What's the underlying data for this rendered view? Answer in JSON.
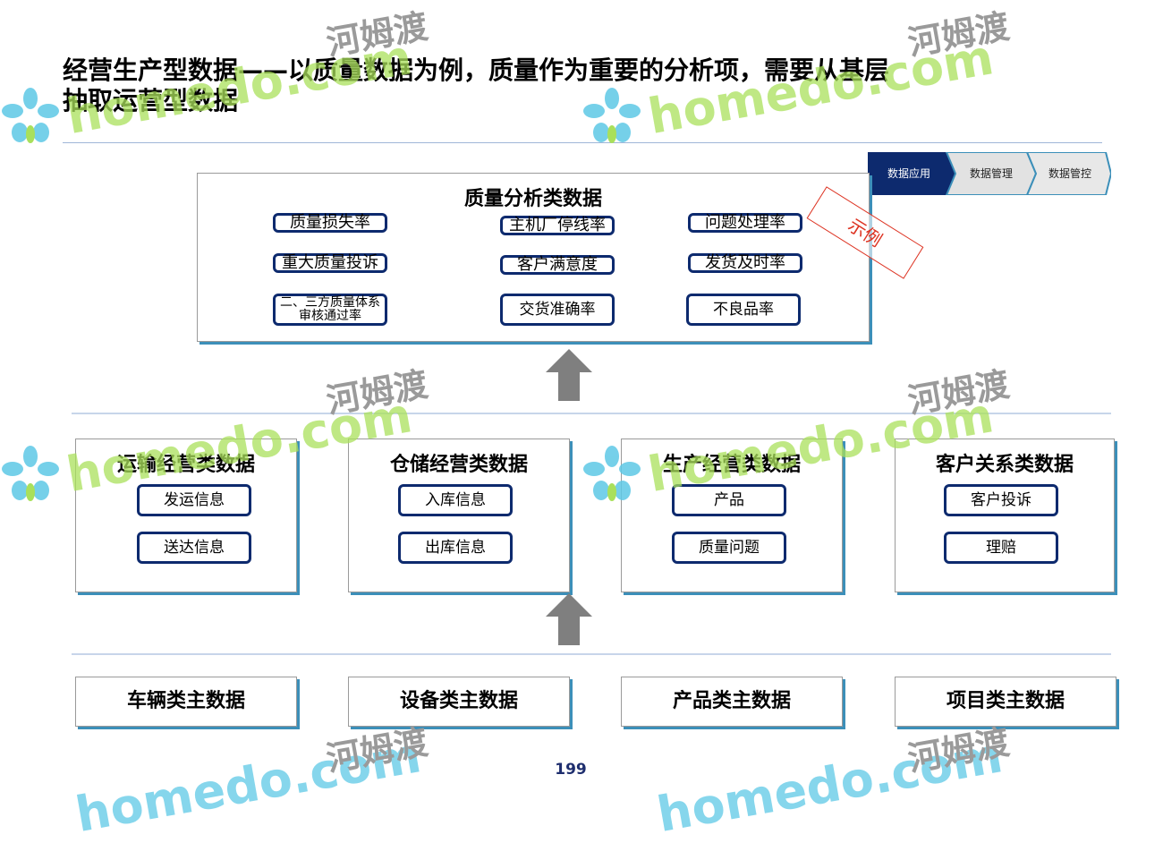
{
  "title": "经营生产型数据——以质量数据为例，质量作为重要的分析项，需要从基层抽取运营型数据",
  "nav": {
    "items": [
      "数据应用",
      "数据管理",
      "数据管控"
    ],
    "active_color": "#0d2a6e"
  },
  "quality_panel": {
    "title": "质量分析类数据",
    "items": [
      "质量损失率",
      "主机厂停线率",
      "问题处理率",
      "重大质量投诉",
      "客户满意度",
      "发货及时率",
      "二、三方质量体系审核通过率",
      "交货准确率",
      "不良品率"
    ]
  },
  "example_tag": "示例",
  "business_panels": [
    {
      "title": "运输经营类数据",
      "items": [
        "发运信息",
        "送达信息"
      ]
    },
    {
      "title": "仓储经营类数据",
      "items": [
        "入库信息",
        "出库信息"
      ]
    },
    {
      "title": "生产经营类数据",
      "items": [
        "产品",
        "质量问题"
      ]
    },
    {
      "title": "客户关系类数据",
      "items": [
        "客户投诉",
        "理赔"
      ]
    }
  ],
  "master_data": [
    "车辆类主数据",
    "设备类主数据",
    "产品类主数据",
    "项目类主数据"
  ],
  "page_number": "199",
  "watermark": {
    "brand": "homedo.com",
    "cn": "河姆渡"
  }
}
